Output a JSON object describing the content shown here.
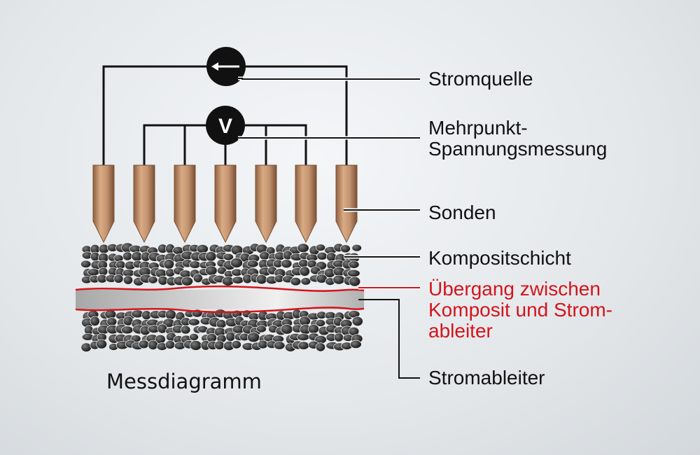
{
  "labels": {
    "current_source": "Stromquelle",
    "voltage_line1": "Mehrpunkt-",
    "voltage_line2": "Spannungsmessung",
    "probes": "Sonden",
    "composite_layer": "Kompositschicht",
    "interface_line1": "Übergang zwischen",
    "interface_line2": "Komposit und Strom-",
    "interface_line3": "ableiter",
    "current_collector": "Stromableiter",
    "diagram_title": "Messdiagramm"
  },
  "meter_symbols": {
    "voltmeter": "V"
  },
  "colors": {
    "wire": "#111111",
    "probe": "#c49470",
    "probe_dark": "#8f6040",
    "interface": "#d4141b",
    "particle": "#3a3a3a",
    "collector": "#b9b9b9"
  }
}
